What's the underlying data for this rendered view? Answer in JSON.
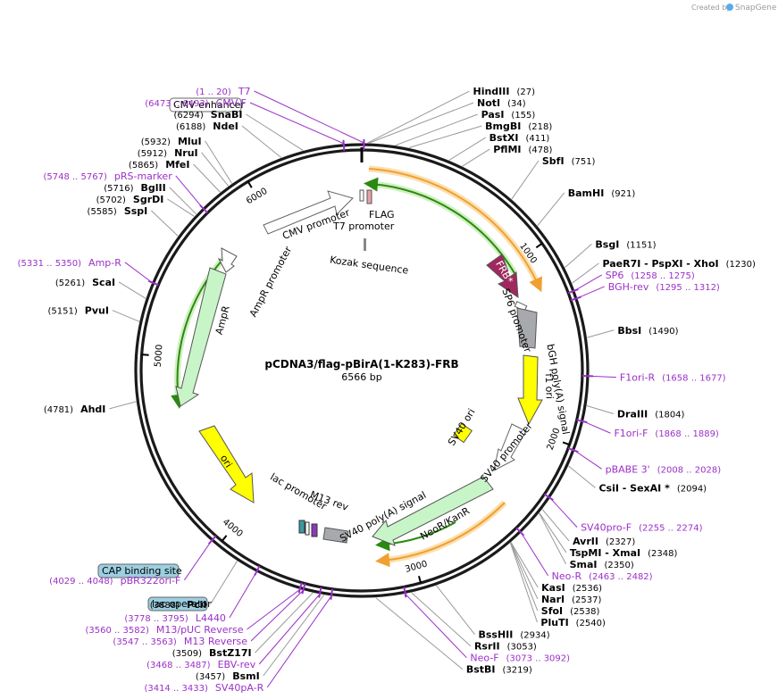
{
  "watermark": {
    "prefix": "Created by",
    "brand": "SnapGene"
  },
  "plasmid": {
    "name": "pCDNA3/flag-pBirA(1-K283)-FRB",
    "size_label": "6566 bp",
    "total_bp": 6566
  },
  "ticks": [
    {
      "bp": 1000,
      "label": "1000"
    },
    {
      "bp": 2000,
      "label": "2000"
    },
    {
      "bp": 3000,
      "label": "3000"
    },
    {
      "bp": 4000,
      "label": "4000"
    },
    {
      "bp": 5000,
      "label": "5000"
    },
    {
      "bp": 6000,
      "label": "6000"
    }
  ],
  "sites": [
    {
      "name": "HindIII",
      "pos": "(27)",
      "bp": 27,
      "side": "right"
    },
    {
      "name": "NotI",
      "pos": "(34)",
      "bp": 34,
      "side": "right"
    },
    {
      "name": "PasI",
      "pos": "(155)",
      "bp": 155,
      "side": "right"
    },
    {
      "name": "BmgBI",
      "pos": "(218)",
      "bp": 218,
      "side": "right"
    },
    {
      "name": "BstXI",
      "pos": "(411)",
      "bp": 411,
      "side": "right"
    },
    {
      "name": "PflMI",
      "pos": "(478)",
      "bp": 478,
      "side": "right"
    },
    {
      "name": "SbfI",
      "pos": "(751)",
      "bp": 751,
      "side": "right"
    },
    {
      "name": "BamHI",
      "pos": "(921)",
      "bp": 921,
      "side": "right"
    },
    {
      "name": "BsgI",
      "pos": "(1151)",
      "bp": 1151,
      "side": "right"
    },
    {
      "name": "PaeR7I - PspXI - XhoI",
      "pos": "(1230)",
      "bp": 1230,
      "side": "right"
    },
    {
      "name": "BbsI",
      "pos": "(1490)",
      "bp": 1490,
      "side": "right"
    },
    {
      "name": "DraIII",
      "pos": "(1804)",
      "bp": 1804,
      "side": "right"
    },
    {
      "name": "CsiI - SexAI *",
      "pos": "(2094)",
      "bp": 2094,
      "side": "right"
    },
    {
      "name": "AvrII",
      "pos": "(2327)",
      "bp": 2327,
      "side": "right"
    },
    {
      "name": "TspMI - XmaI",
      "pos": "(2348)",
      "bp": 2348,
      "side": "right"
    },
    {
      "name": "SmaI",
      "pos": "(2350)",
      "bp": 2350,
      "side": "right"
    },
    {
      "name": "KasI",
      "pos": "(2536)",
      "bp": 2536,
      "side": "right"
    },
    {
      "name": "NarI",
      "pos": "(2537)",
      "bp": 2537,
      "side": "right"
    },
    {
      "name": "SfoI",
      "pos": "(2538)",
      "bp": 2538,
      "side": "right"
    },
    {
      "name": "PluTI",
      "pos": "(2540)",
      "bp": 2540,
      "side": "right"
    },
    {
      "name": "BssHII",
      "pos": "(2934)",
      "bp": 2934,
      "side": "right"
    },
    {
      "name": "RsrII",
      "pos": "(3053)",
      "bp": 3053,
      "side": "right"
    },
    {
      "name": "BstBI",
      "pos": "(3219)",
      "bp": 3219,
      "side": "right"
    },
    {
      "name": "BsmI",
      "pos": "(3457)",
      "bp": 3457,
      "side": "left"
    },
    {
      "name": "BstZ17I",
      "pos": "(3509)",
      "bp": 3509,
      "side": "left"
    },
    {
      "name": "PciI",
      "pos": "(3888)",
      "bp": 3888,
      "side": "left"
    },
    {
      "name": "AhdI",
      "pos": "(4781)",
      "bp": 4781,
      "side": "left"
    },
    {
      "name": "PvuI",
      "pos": "(5151)",
      "bp": 5151,
      "side": "left"
    },
    {
      "name": "ScaI",
      "pos": "(5261)",
      "bp": 5261,
      "side": "left"
    },
    {
      "name": "SspI",
      "pos": "(5585)",
      "bp": 5585,
      "side": "left"
    },
    {
      "name": "SgrDI",
      "pos": "(5702)",
      "bp": 5702,
      "side": "left"
    },
    {
      "name": "BglII",
      "pos": "(5716)",
      "bp": 5716,
      "side": "left"
    },
    {
      "name": "MfeI",
      "pos": "(5865)",
      "bp": 5865,
      "side": "left"
    },
    {
      "name": "NruI",
      "pos": "(5912)",
      "bp": 5912,
      "side": "left"
    },
    {
      "name": "MluI",
      "pos": "(5932)",
      "bp": 5932,
      "side": "left"
    },
    {
      "name": "NdeI",
      "pos": "(6188)",
      "bp": 6188,
      "side": "left"
    },
    {
      "name": "SnaBI",
      "pos": "(6294)",
      "bp": 6294,
      "side": "left"
    }
  ],
  "primers": [
    {
      "name": "T7",
      "pos": "(1 .. 20)",
      "bp": 10,
      "side": "left"
    },
    {
      "name": "CMV-F",
      "pos": "(6473 .. 6493)",
      "bp": 6483,
      "side": "left"
    },
    {
      "name": "pRS-marker",
      "pos": "(5748 .. 5767)",
      "bp": 5757,
      "side": "left"
    },
    {
      "name": "Amp-R",
      "pos": "(5331 .. 5350)",
      "bp": 5340,
      "side": "left"
    },
    {
      "name": "SP6",
      "pos": "(1258 .. 1275)",
      "bp": 1266,
      "side": "right"
    },
    {
      "name": "BGH-rev",
      "pos": "(1295 .. 1312)",
      "bp": 1303,
      "side": "right"
    },
    {
      "name": "F1ori-R",
      "pos": "(1658 .. 1677)",
      "bp": 1667,
      "side": "right"
    },
    {
      "name": "F1ori-F",
      "pos": "(1868 .. 1889)",
      "bp": 1878,
      "side": "right"
    },
    {
      "name": "pBABE 3'",
      "pos": "(2008 .. 2028)",
      "bp": 2018,
      "side": "right"
    },
    {
      "name": "SV40pro-F",
      "pos": "(2255 .. 2274)",
      "bp": 2264,
      "side": "right"
    },
    {
      "name": "Neo-R",
      "pos": "(2463 .. 2482)",
      "bp": 2472,
      "side": "right"
    },
    {
      "name": "Neo-F",
      "pos": "(3073 .. 3092)",
      "bp": 3082,
      "side": "right"
    },
    {
      "name": "SV40pA-R",
      "pos": "(3414 .. 3433)",
      "bp": 3423,
      "side": "left"
    },
    {
      "name": "EBV-rev",
      "pos": "(3468 .. 3487)",
      "bp": 3477,
      "side": "left"
    },
    {
      "name": "M13 Reverse",
      "pos": "(3547 .. 3563)",
      "bp": 3555,
      "side": "left"
    },
    {
      "name": "M13/pUC Reverse",
      "pos": "(3560 .. 3582)",
      "bp": 3571,
      "side": "left"
    },
    {
      "name": "L4440",
      "pos": "(3778 .. 3795)",
      "bp": 3786,
      "side": "left"
    },
    {
      "name": "pBR322ori-F",
      "pos": "(4029 .. 4048)",
      "bp": 4038,
      "side": "left"
    }
  ],
  "boxed_labels": [
    {
      "text": "CMV enhancer",
      "color": "#ffffff"
    },
    {
      "text": "CAP binding site",
      "color": "#9ccfe0"
    },
    {
      "text": "lac operator",
      "color": "#9ccfe0"
    }
  ],
  "features": [
    {
      "label": "CMV promoter",
      "color": "#ffffff"
    },
    {
      "label": "FLAG",
      "color": "#e8a0a8"
    },
    {
      "label": "T7 promoter",
      "color": "#ffffff"
    },
    {
      "label": "Kozak sequence",
      "color": "#888888"
    },
    {
      "label": "FRB*",
      "color": "#a0285e"
    },
    {
      "label": "SP6 promoter",
      "color": "#ffffff"
    },
    {
      "label": "bGH poly(A) signal",
      "color": "#a7a9ac"
    },
    {
      "label": "f1 ori",
      "color": "#ffff00"
    },
    {
      "label": "SV40 ori",
      "color": "#ffff00"
    },
    {
      "label": "SV40 promoter",
      "color": "#ffffff"
    },
    {
      "label": "NeoR/KanR",
      "color": "#c8f5c8"
    },
    {
      "label": "SV40 poly(A) signal",
      "color": "#a7a9ac"
    },
    {
      "label": "lac promoter",
      "color": "#ffffff"
    },
    {
      "label": "M13 rev",
      "color": "#ffffff"
    },
    {
      "label": "ori",
      "color": "#ffff00"
    },
    {
      "label": "AmpR",
      "color": "#c8f5c8"
    },
    {
      "label": "AmpR promoter",
      "color": "#ffffff"
    }
  ],
  "colors": {
    "primer": "#9b30c8",
    "backbone": "#1a1a1a",
    "orf_outline": "#f0a030",
    "orf_green": "#2a8a10"
  }
}
